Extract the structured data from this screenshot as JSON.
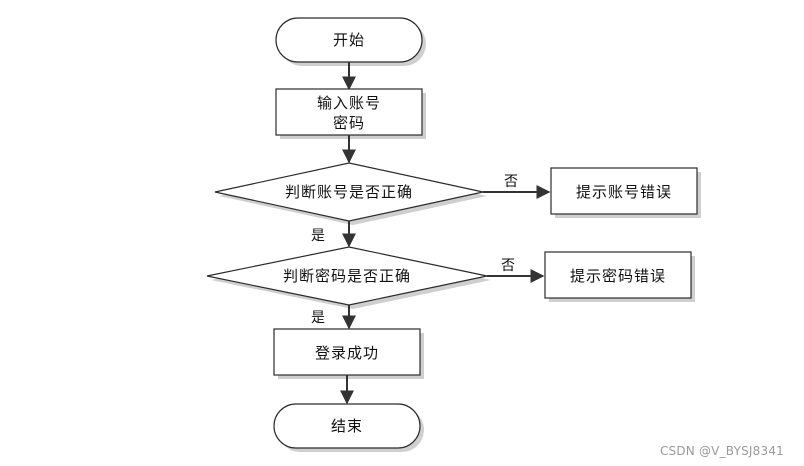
{
  "nodes": {
    "start": "开始",
    "input_line1": "输入账号",
    "input_line2": "密码",
    "check_account": "判断账号是否正确",
    "account_error": "提示账号错误",
    "check_password": "判断密码是否正确",
    "password_error": "提示密码错误",
    "login_success": "登录成功",
    "end": "结束"
  },
  "edges": {
    "account_no": "否",
    "account_yes": "是",
    "password_no": "否",
    "password_yes": "是"
  },
  "watermark": "CSDN @V_BYSJ8341"
}
